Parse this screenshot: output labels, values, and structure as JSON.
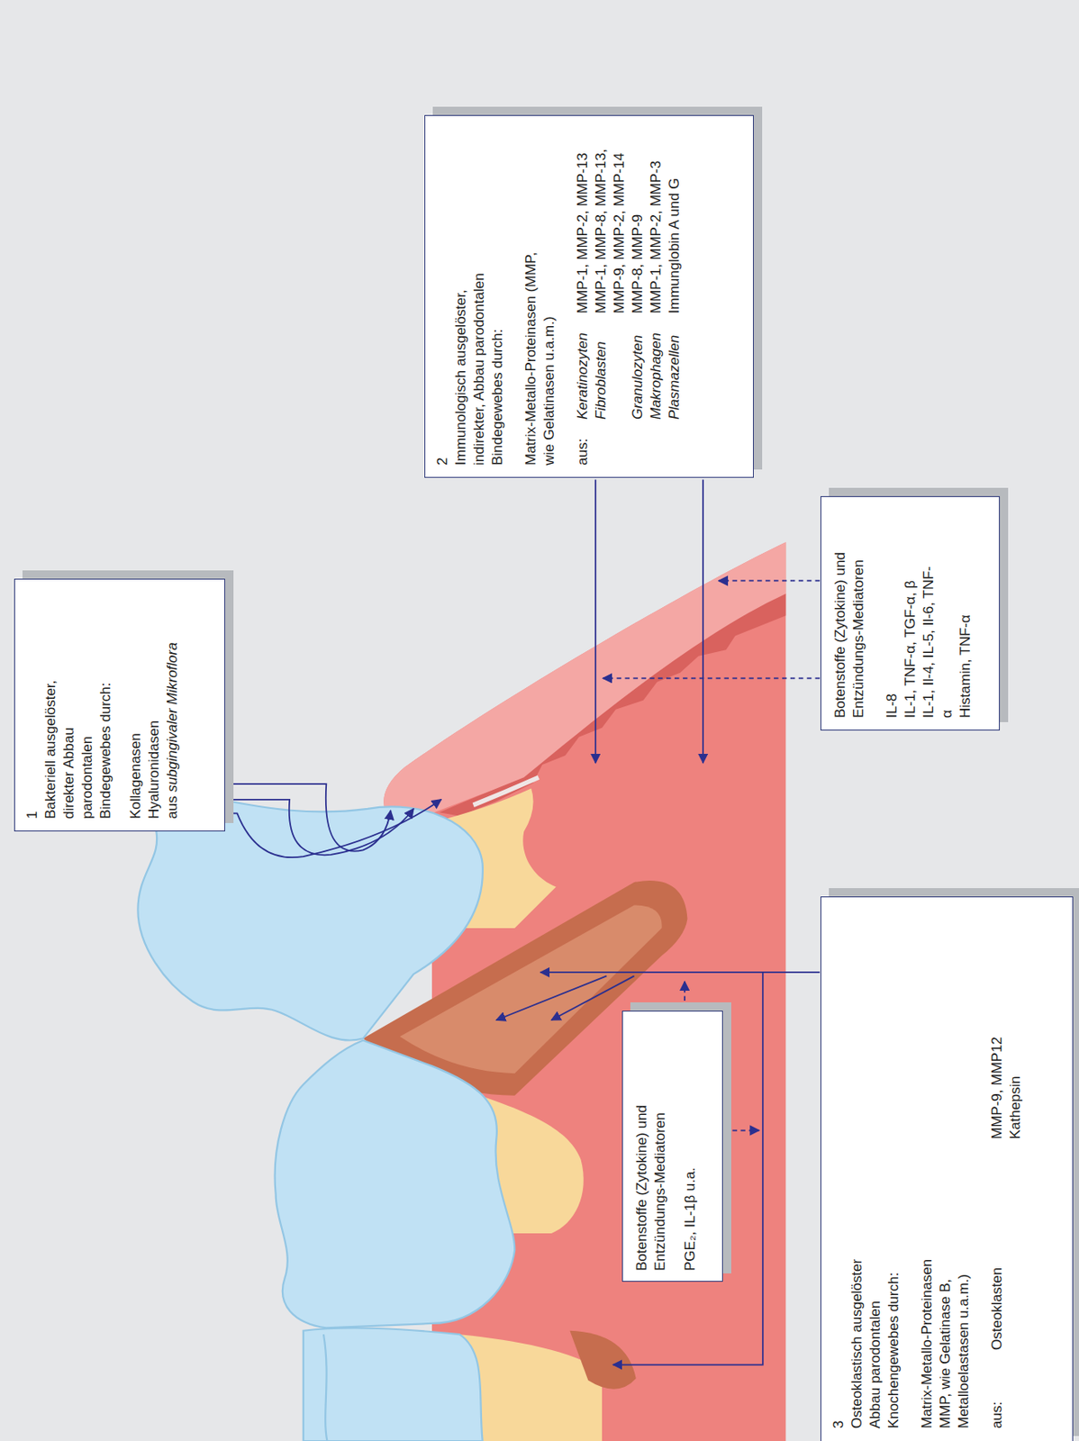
{
  "diagram": {
    "nodes": [
      {
        "text": [
          "1",
          "Bakteriell ausgelöster, direkter Abbau parodontalen Bindegewebes durch:",
          "Kollagenasen",
          "Hyaluronidasen",
          "aus subgingivaler Mikroflora"
        ]
      },
      {
        "text": [
          "2",
          "Immunologisch ausgelöster, indirekter, Abbau parodontalen Bindegewebes durch:",
          "Matrix-Metallo-Proteinasen (MMP, wie Gelatinasen u.a.m.)",
          "aus:",
          "Keratinozyten",
          "MMP-1, MMP-2, MMP-13",
          "Fibroblasten",
          "MMP-1, MMP-8, MMP-13, MMP-9, MMP-2, MMP-14",
          "Granulozyten",
          "MMP-8, MMP-9",
          "Makrophagen",
          "MMP-1, MMP-2, MMP-3",
          "Plasmazellen",
          "Immunglobin A und G"
        ]
      },
      {
        "text": [
          "3",
          "Osteoklastisch ausgelöster Abbau parodontalen Knochengewebes durch:",
          "Matrix-Metallo-Proteinasen MMP, wie Gelatinase B, Metalloelastasen u.a.m.)",
          "aus:",
          "Osteoklasten",
          "MMP-9, MMP12",
          "Kathepsin"
        ]
      },
      {
        "text": [
          "Botenstoffe (Zytokine) und Entzündungs-Mediatoren",
          "IL-8",
          "IL-1, TNF-α, TGF-α, β",
          "IL-1, Il-4, IL-5, Il-6, TNF-α",
          "Histamin, TNF-α"
        ]
      },
      {
        "text": [
          "Botenstoffe (Zytokine) und Entzündungs-Mediatoren",
          "PGE₂, IL-1β u.a."
        ]
      }
    ]
  }
}
